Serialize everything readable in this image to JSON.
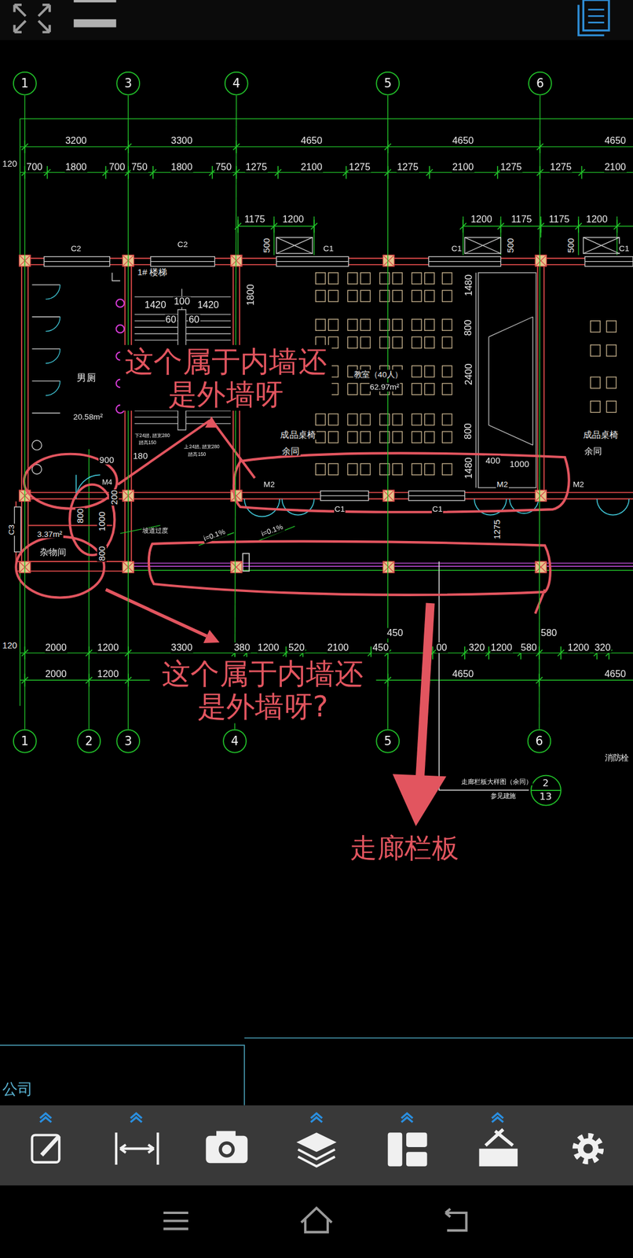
{
  "diagram": {
    "nodes": [
      {
        "text": [
          "1"
        ]
      },
      {
        "text": [
          "3"
        ]
      },
      {
        "text": [
          "4"
        ]
      },
      {
        "text": [
          "5"
        ]
      },
      {
        "text": [
          "6"
        ]
      },
      {
        "text": [
          "1"
        ]
      },
      {
        "text": [
          "2"
        ]
      },
      {
        "text": [
          "3"
        ]
      },
      {
        "text": [
          "4"
        ]
      },
      {
        "text": [
          "5"
        ]
      },
      {
        "text": [
          "6"
        ]
      },
      {
        "text": [
          "2",
          "13"
        ]
      }
    ],
    "edges": [
      {
        "from": 0,
        "to": 5,
        "arrow": "none"
      },
      {
        "from": 1,
        "to": 7,
        "arrow": "none"
      },
      {
        "from": 2,
        "to": 8,
        "arrow": "none"
      },
      {
        "from": 3,
        "to": 9,
        "arrow": "none"
      },
      {
        "from": 4,
        "to": 10,
        "arrow": "none"
      }
    ],
    "labels": [
      "3200",
      "3300",
      "4650",
      "4650",
      "4650",
      "120",
      "700",
      "1800",
      "700",
      "750",
      "1800",
      "750",
      "1275",
      "2100",
      "1275",
      "1275",
      "2100",
      "1275",
      "1275",
      "2100",
      "1175",
      "1200",
      "1200",
      "1175",
      "1175",
      "1200",
      "500",
      "500",
      "500",
      "C2",
      "C2",
      "C1",
      "C1",
      "C1",
      "1# 楼梯",
      "1420",
      "100",
      "1420",
      "60",
      "60",
      "1800",
      "这个属于内墙还 是外墙呀",
      "男厕",
      "20.58m²",
      "教室（40人）",
      "62.97m²",
      "1480",
      "800",
      "2400",
      "800",
      "1480",
      "成品桌椅",
      "余同",
      "成品桌椅",
      "余同",
      "400",
      "1000",
      "下24踏, 踏宽280",
      "踏高150",
      "上24踏, 踏宽280",
      "踏高150",
      "900",
      "180",
      "M2",
      "M2",
      "M2",
      "M4",
      "200",
      "C1",
      "C1",
      "C3",
      "800",
      "1000",
      "800",
      "3.37m²",
      "杂物间",
      "坡道过度",
      "i=0.1%",
      "i=0.1%",
      "1275",
      "450",
      "580",
      "120",
      "2000",
      "1200",
      "3300",
      "380",
      "1200",
      "520",
      "2100",
      "450",
      "00",
      "320",
      "1200",
      "580",
      "1200",
      "320",
      "2000",
      "1200",
      "4650",
      "4650",
      "这个属于内墙还 是外墙呀?",
      "走廊栏板大样图（余同）",
      "参见建施",
      "消防栓",
      "走廊栏板",
      "公司"
    ]
  }
}
